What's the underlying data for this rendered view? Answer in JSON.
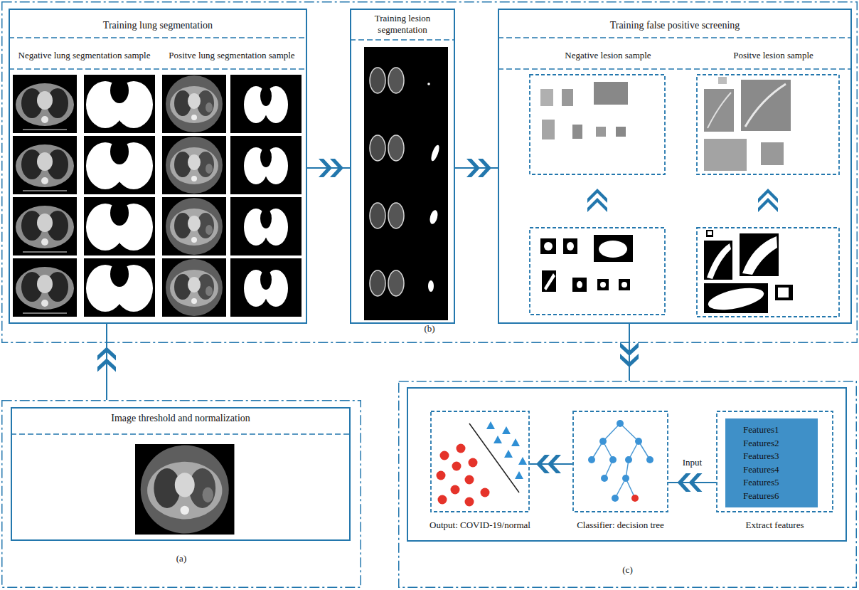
{
  "diagram": {
    "nodes": [
      {
        "text": [
          "(b)"
        ]
      },
      {
        "text": [
          "Training lung segmentation",
          "Negative lung segmentation sample",
          "Positve lung segmentation sample"
        ],
        "in": 0
      },
      {
        "text": [
          "Training lesion segmentation"
        ],
        "in": 0
      },
      {
        "text": [
          "Training false positive screening",
          "Negative lesion sample",
          "Positve lesion sample"
        ],
        "in": 0
      },
      {
        "text": [
          "(a)"
        ]
      },
      {
        "text": [
          "Image threshold and normalization"
        ],
        "in": 4
      },
      {
        "text": [
          "(c)"
        ]
      },
      {
        "text": [
          "Output: COVID-19/normal"
        ],
        "in": 6
      },
      {
        "text": [
          "Classifier: decision tree"
        ],
        "in": 6
      },
      {
        "text": [
          "Extract features"
        ],
        "in": 6
      },
      {
        "text": [
          "Features1",
          "Features2",
          "Features3",
          "Features4",
          "Features5",
          "Features6"
        ],
        "in": 9
      }
    ],
    "edges": [
      {
        "from": 4,
        "to": 1,
        "arrow": "to"
      },
      {
        "from": 1,
        "to": 2,
        "arrow": "to"
      },
      {
        "from": 2,
        "to": 3,
        "arrow": "to"
      },
      {
        "from": 3,
        "to": 6,
        "arrow": "to"
      },
      {
        "from": 9,
        "to": 8,
        "label": "Input",
        "arrow": "to"
      },
      {
        "from": 8,
        "to": 7,
        "arrow": "to"
      }
    ]
  }
}
